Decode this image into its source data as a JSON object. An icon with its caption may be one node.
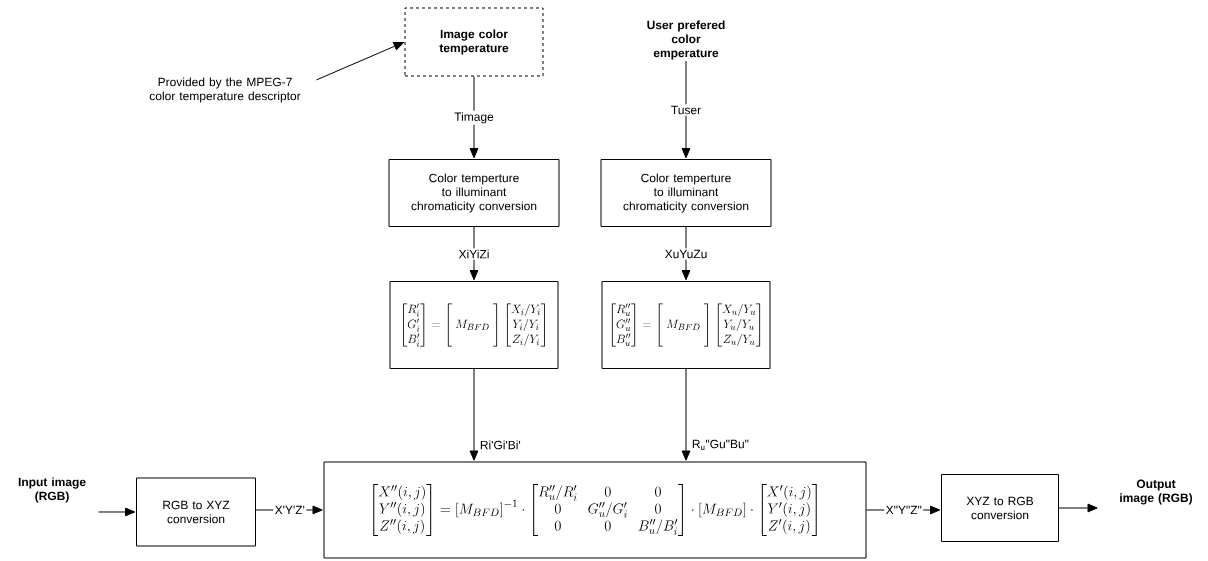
{
  "diagram": {
    "nodes": [
      {
        "text": [
          "Image color temperature"
        ]
      },
      {
        "text": [
          "User prefered color emperature"
        ]
      },
      {
        "text": [
          "Provided by the MPEG-7 color temperature descriptor"
        ]
      },
      {
        "text": [
          "Color temperture to illuminant chromaticity conversion"
        ]
      },
      {
        "text": [
          "Color temperture to illuminant chromaticity conversion"
        ]
      },
      {
        "text": [
          "\\begin{bmatrix}R_i'\\\\G_i'\\\\B_i'\\end{bmatrix}=\\begin{bmatrix}\\\\ \\;M_{BFD}\\;\\\\ \\\\\\end{bmatrix}\\begin{bmatrix}X_i/Y_i\\\\Y_i/Y_i\\\\Z_i/Y_i\\end{bmatrix}"
        ]
      },
      {
        "text": [
          "\\begin{bmatrix}R_u''\\\\G_u''\\\\B_u''\\end{bmatrix}=\\begin{bmatrix}\\\\ \\;M_{BFD}\\;\\\\ \\\\\\end{bmatrix}\\begin{bmatrix}X_u/Y_u\\\\Y_u/Y_u\\\\Z_u/Y_u\\end{bmatrix}"
        ]
      },
      {
        "text": [
          "\\begin{bmatrix}X''(i,j)\\\\Y''(i,j)\\\\Z''(i,j)\\end{bmatrix}=\\left[M_{BFD}\\right]^{-1}\\cdot\\begin{bmatrix}R_u''/R_i' & 0 & 0\\\\0 & G_u''/G_i' & 0\\\\0 & 0 & B_u''/B_i'\\end{bmatrix}\\cdot\\left[M_{BFD}\\right]\\cdot\\begin{bmatrix}X'(i,j)\\\\Y'(i,j)\\\\Z'(i,j)\\end{bmatrix}"
        ]
      },
      {
        "text": [
          "Input image (RGB)"
        ]
      },
      {
        "text": [
          "RGB to XYZ conversion"
        ]
      },
      {
        "text": [
          "XYZ to RGB conversion"
        ]
      },
      {
        "text": [
          "Output image (RGB)"
        ]
      }
    ],
    "edges": [
      {
        "from": 2,
        "to": 0,
        "arrow": "to"
      },
      {
        "from": 0,
        "to": 3,
        "arrow": "to",
        "label": "Timage"
      },
      {
        "from": 1,
        "to": 4,
        "arrow": "to",
        "label": "Tuser"
      },
      {
        "from": 3,
        "to": 5,
        "arrow": "to",
        "label": "XiYiZi"
      },
      {
        "from": 4,
        "to": 6,
        "arrow": "to",
        "label": "XuYuZu"
      },
      {
        "from": 5,
        "to": 7,
        "arrow": "to",
        "label": "Ri'Gi'Bi'"
      },
      {
        "from": 6,
        "to": 7,
        "arrow": "to",
        "label": "R$_{u}$\"Gu\"Bu\""
      },
      {
        "from": 8,
        "to": 9,
        "arrow": "to"
      },
      {
        "from": 9,
        "to": 7,
        "arrow": "to",
        "label": "X'Y'Z'"
      },
      {
        "from": 7,
        "to": 10,
        "arrow": "to",
        "label": "X\"Y\"Z\""
      },
      {
        "from": 10,
        "to": 11,
        "arrow": "to"
      }
    ]
  }
}
